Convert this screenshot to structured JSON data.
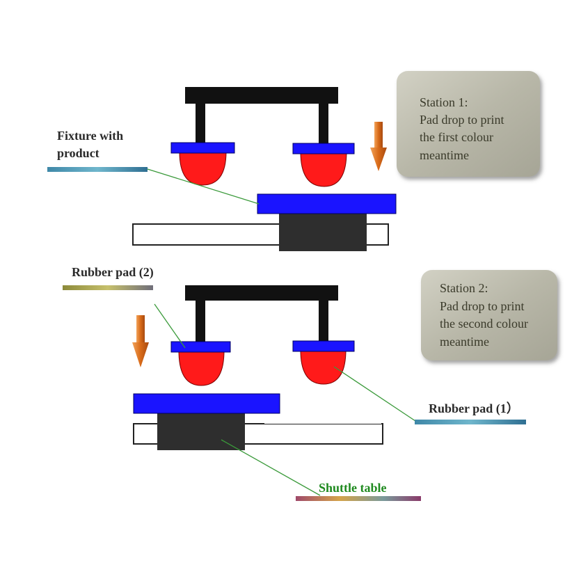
{
  "labels": {
    "fixture_line1": "Fixture with",
    "fixture_line2": "product",
    "rubber_pad_2": "Rubber pad (2)",
    "rubber_pad_1": "Rubber pad (1）",
    "shuttle_table": "Shuttle table"
  },
  "station1": {
    "line1": "Station 1:",
    "line2": "Pad drop to print",
    "line3": "the first colour",
    "line4": "meantime"
  },
  "station2": {
    "line1": "Station 2:",
    "line2": "Pad drop to print",
    "line3": "the second colour",
    "line4": "meantime"
  },
  "colors": {
    "pad_red": "#ff1a1a",
    "plate_blue": "#1a14ff",
    "frame_black": "#111111",
    "block_dark": "#2e2e2e",
    "arrow_orange": "#e07a20",
    "leader_green": "#3a9a3a",
    "stone_box": "#bdbcae"
  },
  "icons": {
    "arrow": "down-arrow-icon"
  }
}
